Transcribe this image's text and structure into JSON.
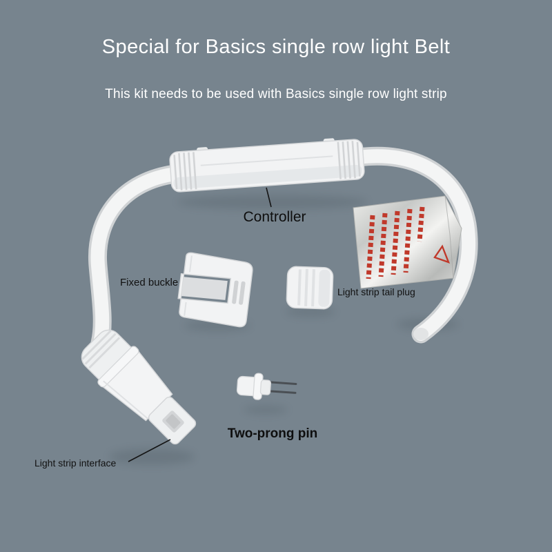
{
  "header": {
    "title": "Special for Basics single row light Belt",
    "subtitle": "This kit needs to be used with Basics single row light strip"
  },
  "part_labels": {
    "controller": "Controller",
    "fixed_buckle": "Fixed buckle",
    "tail_plug": "Light strip tail plug",
    "two_prong_pin": "Two-prong pin",
    "light_strip_interface": "Light strip interface"
  },
  "colors": {
    "background": "#77848E",
    "text_light": "#FFFFFF",
    "text_dark": "#111111",
    "part_white": "#F2F3F4",
    "foil_silver": "#D7D9D7",
    "warning_red": "#C0392B",
    "pin_metal": "#4A4F54"
  }
}
